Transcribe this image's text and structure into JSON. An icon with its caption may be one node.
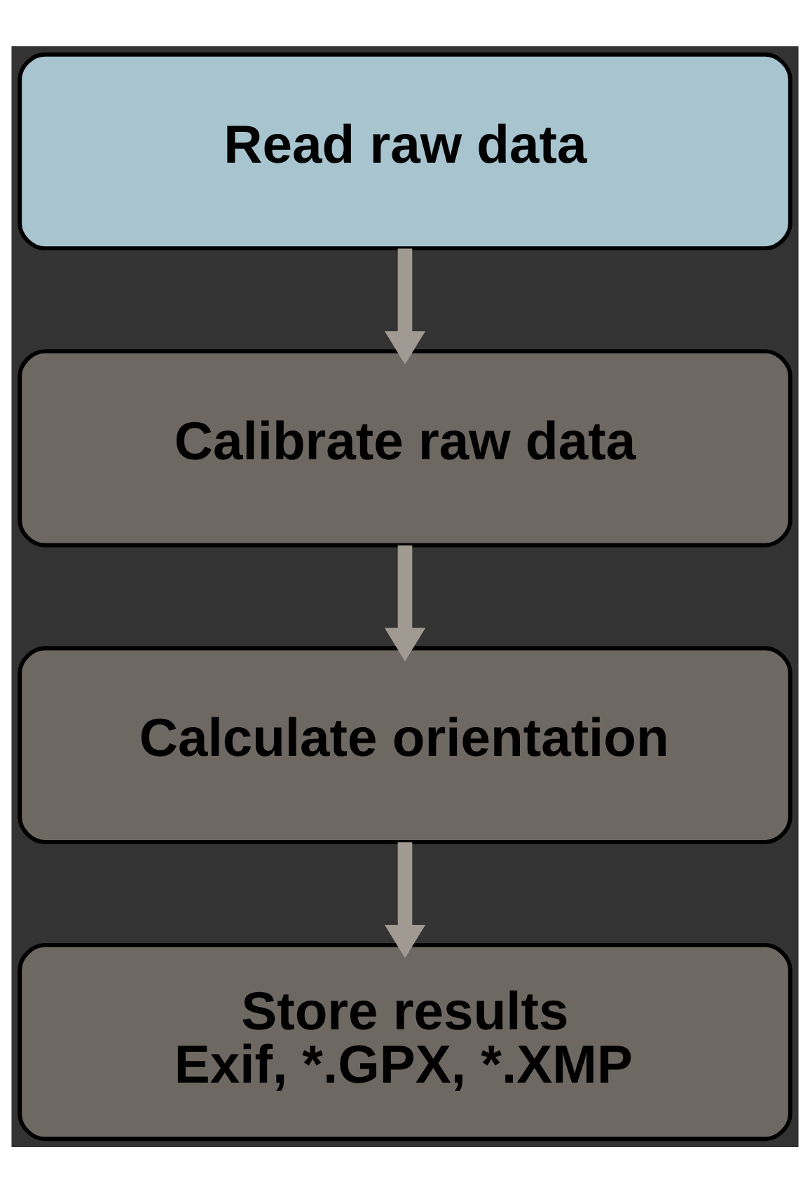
{
  "diagram": {
    "nodes": [
      {
        "text": [
          "Read raw data"
        ]
      },
      {
        "text": [
          "Calibrate raw data"
        ]
      },
      {
        "text": [
          "Calculate orientation"
        ]
      },
      {
        "text": [
          "Store results",
          "Exif, *.GPX, *.XMP"
        ]
      }
    ],
    "edges": [
      {
        "from": 0,
        "to": 1,
        "arrow": "to"
      },
      {
        "from": 1,
        "to": 2,
        "arrow": "to"
      },
      {
        "from": 2,
        "to": 3,
        "arrow": "to"
      }
    ]
  }
}
